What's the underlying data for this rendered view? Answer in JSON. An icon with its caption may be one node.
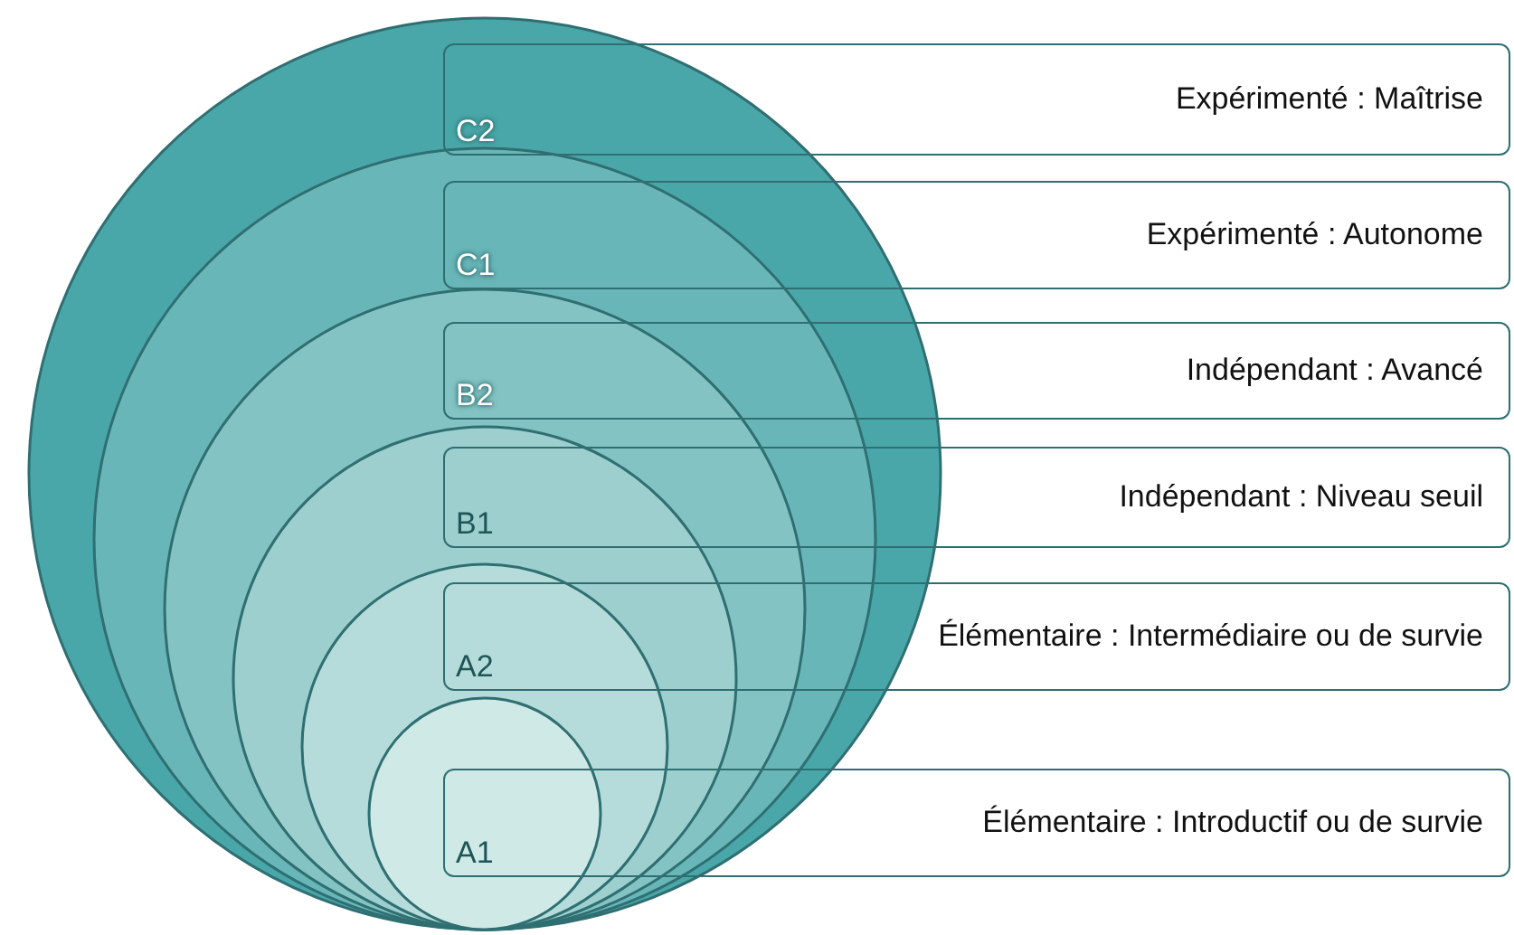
{
  "diagram": {
    "nodes": [
      {
        "text": [
          "C2",
          "Expérimenté : Maîtrise"
        ]
      },
      {
        "text": [
          "C1",
          "Expérimenté : Autonome"
        ]
      },
      {
        "text": [
          "B2",
          "Indépendant : Avancé"
        ]
      },
      {
        "text": [
          "B1",
          "Indépendant : Niveau seuil"
        ]
      },
      {
        "text": [
          "A2",
          "Élémentaire : Intermédiaire ou de survie"
        ]
      },
      {
        "text": [
          "A1",
          "Élémentaire : Introductif ou de survie"
        ]
      }
    ],
    "edges": []
  }
}
